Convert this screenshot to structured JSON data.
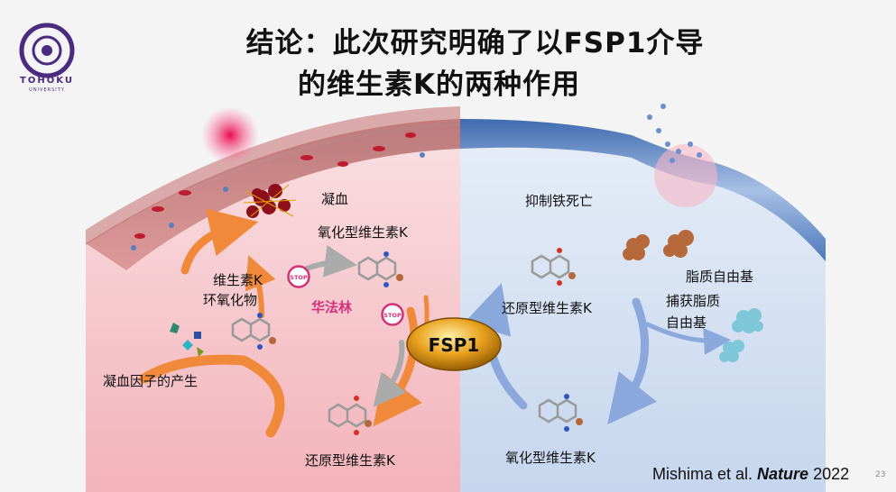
{
  "title": {
    "line1": "结论：此次研究明确了以FSP1介导",
    "line2": "的维生素K的两种作用"
  },
  "logo": {
    "name": "TOHOKU",
    "sub": "UNIVERSITY",
    "color": "#4b2a7f"
  },
  "left_panel": {
    "coagulation": "凝血",
    "oxidized_vk": "氧化型维生素K",
    "epoxide_line1": "维生素K",
    "epoxide_line2": "环氧化物",
    "factors": "凝血因子的产生",
    "reduced_vk": "还原型维生素K",
    "warfarin": "华法林",
    "stop": "STOP"
  },
  "center": {
    "fsp1": "FSP1"
  },
  "right_panel": {
    "ferroptosis": "抑制铁死亡",
    "lipid_radical": "脂质自由基",
    "reduced_vk": "还原型维生素K",
    "trap_line1": "捕获脂质",
    "trap_line2": "自由基",
    "oxidized_vk": "氧化型维生素K"
  },
  "citation": {
    "authors": "Mishima et al. ",
    "journal": "Nature",
    "year": " 2022"
  },
  "page_number": "23",
  "colors": {
    "left_bg": "#f6c6cc",
    "right_bg": "#cbd9ee",
    "orange_arrow": "#f08a3a",
    "blue_arrow": "#8aa8dc",
    "warfarin": "#d2327a",
    "fsp1_gold": "#e9a21f"
  }
}
